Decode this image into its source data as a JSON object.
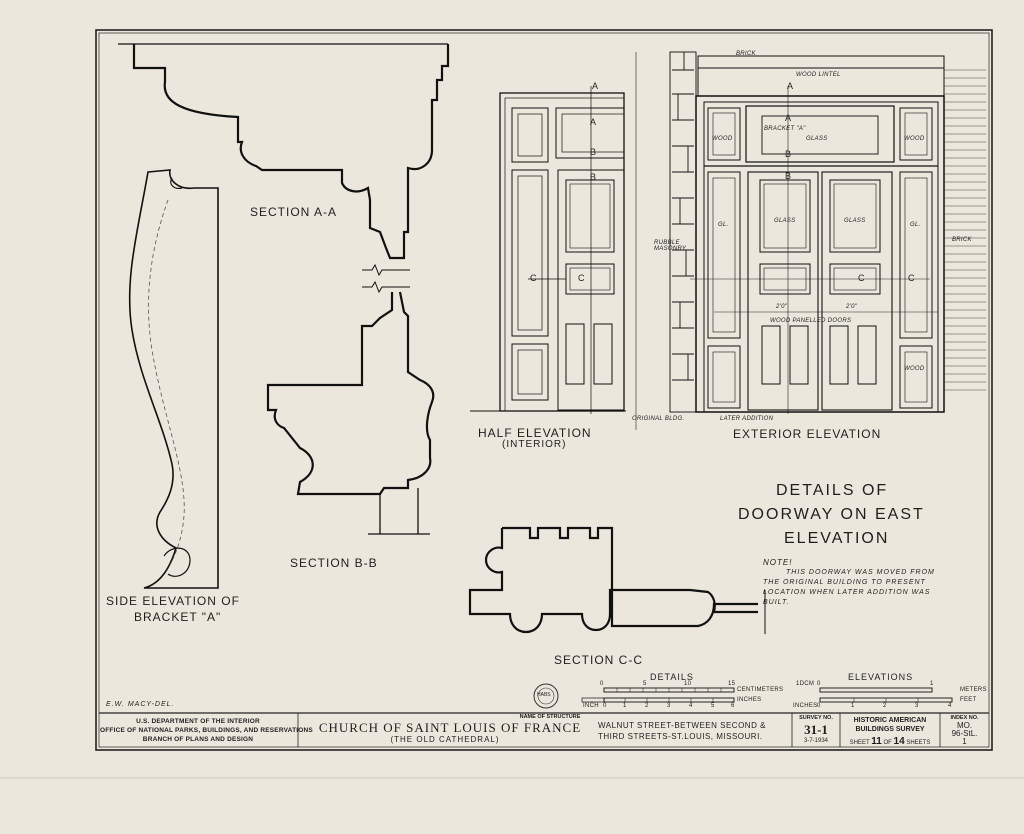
{
  "drawing": {
    "section_aa": "SECTION A-A",
    "section_bb": "SECTION B-B",
    "section_cc": "SECTION C-C",
    "side_elevation": "SIDE ELEVATION OF",
    "bracket_label": "BRACKET \"A\"",
    "half_elevation": "HALF ELEVATION",
    "interior": "(INTERIOR)",
    "exterior_elevation": "EXTERIOR ELEVATION",
    "details_title": [
      "DETAILS OF",
      "DOORWAY ON EAST",
      "ELEVATION"
    ],
    "note_title": "NOTE!",
    "note_lines": [
      "THIS DOORWAY WAS MOVED FROM",
      "THE ORIGINAL BUILDING TO PRESENT",
      "LOCATION WHEN LATER ADDITION WAS",
      "BUILT."
    ],
    "tags": {
      "brick_top": "BRICK",
      "wood_lintel": "WOOD LINTEL",
      "bracket_a": "BRACKET \"A\"",
      "glass_top": "GLASS",
      "wood_left": "WOOD",
      "wood_right": "WOOD",
      "rubble_masonry": "RUBBLE MASONRY",
      "brick_right": "BRICK",
      "gl_left": "GL.",
      "glass_left": "GLASS",
      "glass_right": "GLASS",
      "gl_right": "GL.",
      "wood_panelled_doors": "WOOD PANELLED DOORS",
      "two_ft_left": "2'0\"",
      "two_ft_right": "2'0\"",
      "original_bldg": "ORIGINAL BLDG.",
      "later_addition": "LATER ADDITION",
      "wood_bottom": "WOOD"
    },
    "markers": {
      "a": "A",
      "b": "B",
      "c": "C"
    },
    "delineator": "E.W. MACY-DEL."
  },
  "scales": {
    "details_label": "DETAILS",
    "elevations_label": "ELEVATIONS",
    "centimeters": "CENTIMETERS",
    "inches": "INCHES",
    "meters": "METERS",
    "feet": "FEET",
    "cm_ticks": [
      "0",
      "5",
      "10",
      "15"
    ],
    "inch_ticks": [
      "0",
      "1",
      "2",
      "3",
      "4",
      "5",
      "6"
    ],
    "m_ticks": [
      "0",
      "1"
    ],
    "ft_ticks": [
      "0",
      "1",
      "2",
      "3",
      "4"
    ],
    "inch_unit": "INCH",
    "m_unit": "1DCM",
    "ft_unit": "INCHES"
  },
  "title_block": {
    "agency_1": "U.S. DEPARTMENT OF THE INTERIOR",
    "agency_2": "OFFICE OF NATIONAL PARKS, BUILDINGS, AND RESERVATIONS",
    "agency_3": "BRANCH OF PLANS AND DESIGN",
    "name_of_structure_caption": "NAME OF STRUCTURE",
    "structure_name": "CHURCH OF SAINT LOUIS OF FRANCE",
    "structure_sub": "(THE OLD CATHEDRAL)",
    "address_1": "WALNUT STREET-BETWEEN SECOND &",
    "address_2": "THIRD STREETS-ST.LOUIS, MISSOURI.",
    "survey_no_caption": "SURVEY NO.",
    "survey_no": "31-1",
    "survey_date": "3-7-1934",
    "habs_1": "HISTORIC AMERICAN",
    "habs_2": "BUILDINGS SURVEY",
    "sheet_prefix": "SHEET",
    "sheet_no": "11",
    "sheet_of": "OF",
    "sheet_total": "14",
    "sheet_suffix": "SHEETS",
    "index_caption": "INDEX NO.",
    "index_1": "MO.",
    "index_2": "96-StL.",
    "index_3": "1"
  },
  "stamp": "HABS"
}
